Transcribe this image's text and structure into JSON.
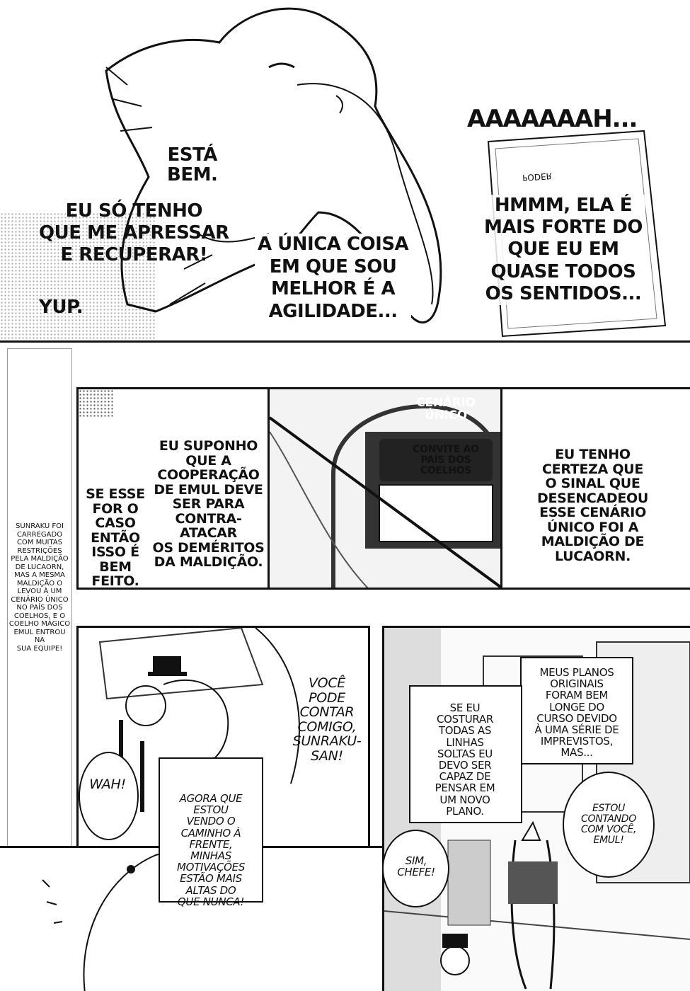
{
  "page": {
    "top_panel": {
      "crest_text": "AAAAAAAH...",
      "bubble_esta_bem": "ESTÁ\nBEM.",
      "bubble_eu_so": "EU SÓ TENHO\nQUE ME APRESSAR\nE RECUPERAR!",
      "bubble_yup": "YUP.",
      "bubble_unica": "A ÚNICA COISA\nEM QUE SOU\nMELHOR É A\nAGILIDADE...",
      "bubble_hmmm": "HMMM, ELA É\nMAIS FORTE DO\nQUE EU EM\nQUASE TODOS\nOS SENTIDOS...",
      "card_word": "PODER"
    },
    "recap_caption": "SUNRAKU FOI\nCARREGADO\nCOM MUITAS\nRESTRIÇÕES\nPELA MALDIÇÃO\nDE LUCAORN,\nMAS A MESMA\nMALDIÇÃO O\nLEVOU À UM\nCENÁRIO ÚNICO\nNO PAÍS DOS\nCOELHOS, E O\nCOELHO MÁGICO\nEMUL ENTROU NA\nSUA EQUIPE!",
    "middle_row": {
      "text_se_esse": "SE ESSE\nFOR O\nCASO\nENTÃO\nISSO É\nBEM\nFEITO.",
      "text_eu_suponho": "EU SUPONHO\nQUE A\nCOOPERAÇÃO\nDE EMUL DEVE\nSER PARA\nCONTRA-ATACAR\nOS DEMÉRITOS\nDA MALDIÇÃO.",
      "sign_title": "CENÁRIO\nÚNICO",
      "sign_body": "CONVITE AO\nPAÍS DOS\nCOELHOS",
      "text_eu_tenho": "EU TENHO\nCERTEZA QUE\nO SINAL QUE\nDESENCADEOU\nESSE CENÁRIO\nÚNICO FOI A\nMALDIÇÃO DE\nLUCAORN."
    },
    "bottom_left": {
      "text_voce_pode": "VOCÊ\nPODE\nCONTAR\nCOMIGO,\nSUNRAKU-\nSAN!",
      "text_wah": "WAH!",
      "text_agora": "AGORA QUE\nESTOU\nVENDO O\nCAMINHO À\nFRENTE,\nMINHAS\nMOTIVAÇÕES\nESTÃO MAIS\nALTAS DO\nQUE NUNCA!"
    },
    "bottom_right": {
      "text_meus_planos": "MEUS PLANOS\nORIGINAIS\nFORAM BEM\nLONGE DO\nCURSO DEVIDO\nÀ UMA SÉRIE DE\nIMPREVISTOS,\nMAS...",
      "text_se_eu": "SE EU\nCOSTURAR\nTODAS AS\nLINHAS\nSOLTAS EU\nDEVO SER\nCAPAZ DE\nPENSAR EM\nUM NOVO\nPLANO.",
      "text_estou": "ESTOU\nCONTANDO\nCOM VOCÊ,\nEMUL!",
      "text_sim_chefe": "SIM,\nCHEFE!"
    }
  }
}
